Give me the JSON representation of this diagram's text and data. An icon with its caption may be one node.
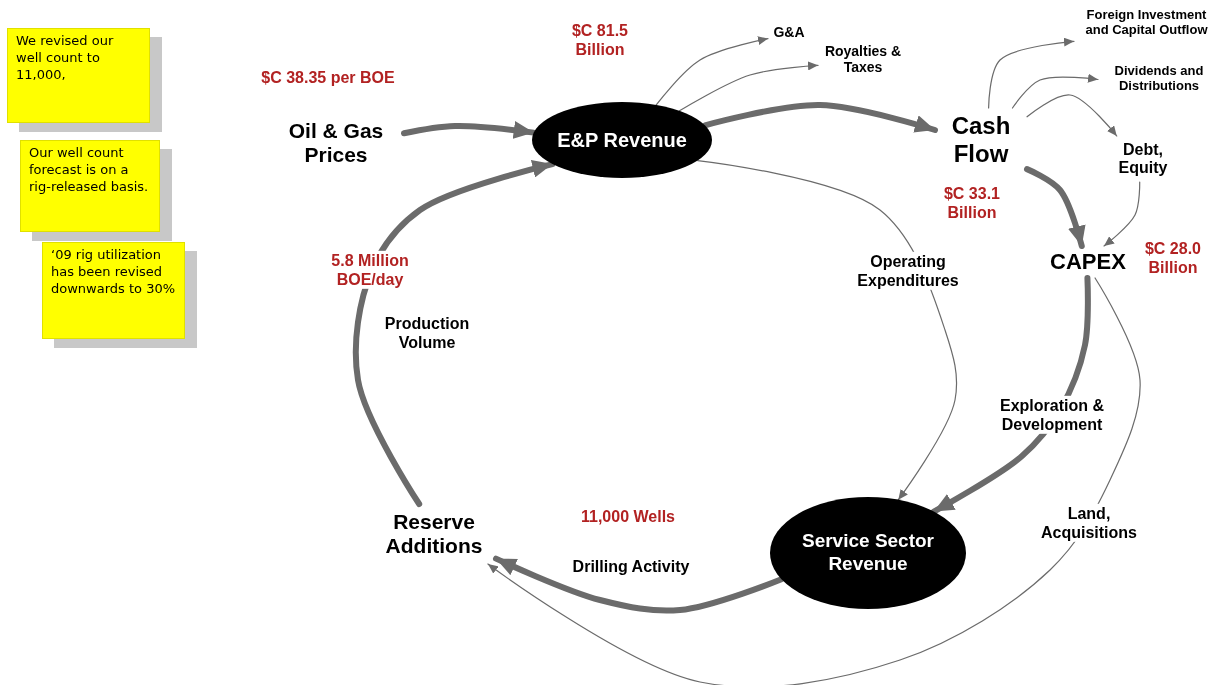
{
  "diagram": {
    "nodes": [
      {
        "text": [
          "We revised our well count to 11,000,"
        ]
      },
      {
        "text": [
          "Our well count forecast is on a rig-released basis."
        ]
      },
      {
        "text": [
          "‘09 rig utilization has been revised downwards to 30%"
        ]
      },
      {
        "text": [
          "Oil & Gas Prices"
        ],
        "beside": [
          "$C 38.35 per BOE"
        ]
      },
      {
        "text": [
          "E&P Revenue"
        ],
        "beside": [
          "$C 81.5 Billion"
        ]
      },
      {
        "text": [
          "G&A"
        ]
      },
      {
        "text": [
          "Royalties & Taxes"
        ]
      },
      {
        "text": [
          "Cash Flow"
        ],
        "beside": [
          "$C 33.1 Billion"
        ]
      },
      {
        "text": [
          "Foreign Investment and Capital Outflow"
        ]
      },
      {
        "text": [
          "Dividends and Distributions"
        ]
      },
      {
        "text": [
          "Debt, Equity"
        ]
      },
      {
        "text": [
          "CAPEX"
        ],
        "beside": [
          "$C 28.0 Billion"
        ]
      },
      {
        "text": [
          "Service Sector Revenue"
        ]
      },
      {
        "text": [
          "Reserve Additions"
        ]
      }
    ],
    "edges": [
      {
        "from": 3,
        "to": 4,
        "arrow": "to",
        "style": "thick"
      },
      {
        "from": 4,
        "to": 5,
        "arrow": "to"
      },
      {
        "from": 4,
        "to": 6,
        "arrow": "to"
      },
      {
        "from": 4,
        "to": 7,
        "arrow": "to",
        "style": "thick"
      },
      {
        "from": 7,
        "to": 8,
        "arrow": "to"
      },
      {
        "from": 7,
        "to": 9,
        "arrow": "to"
      },
      {
        "from": 7,
        "to": 10,
        "arrow": "to"
      },
      {
        "from": 7,
        "to": 11,
        "arrow": "to",
        "style": "thick"
      },
      {
        "from": 10,
        "to": 11,
        "arrow": "to"
      },
      {
        "from": 4,
        "to": 12,
        "arrow": "to",
        "label": "Operating Expenditures"
      },
      {
        "from": 11,
        "to": 12,
        "arrow": "to",
        "style": "thick",
        "label": "Exploration & Development"
      },
      {
        "from": 11,
        "to": 13,
        "arrow": "to",
        "label": "Land, Acquisitions"
      },
      {
        "from": 12,
        "to": 13,
        "arrow": "to",
        "style": "thick",
        "label": "Drilling Activity"
      },
      {
        "from": 13,
        "to": 4,
        "arrow": "to",
        "style": "thick",
        "label": "Production Volume"
      }
    ],
    "labels": [
      "5.8 Million BOE/day",
      "11,000 Wells"
    ]
  }
}
